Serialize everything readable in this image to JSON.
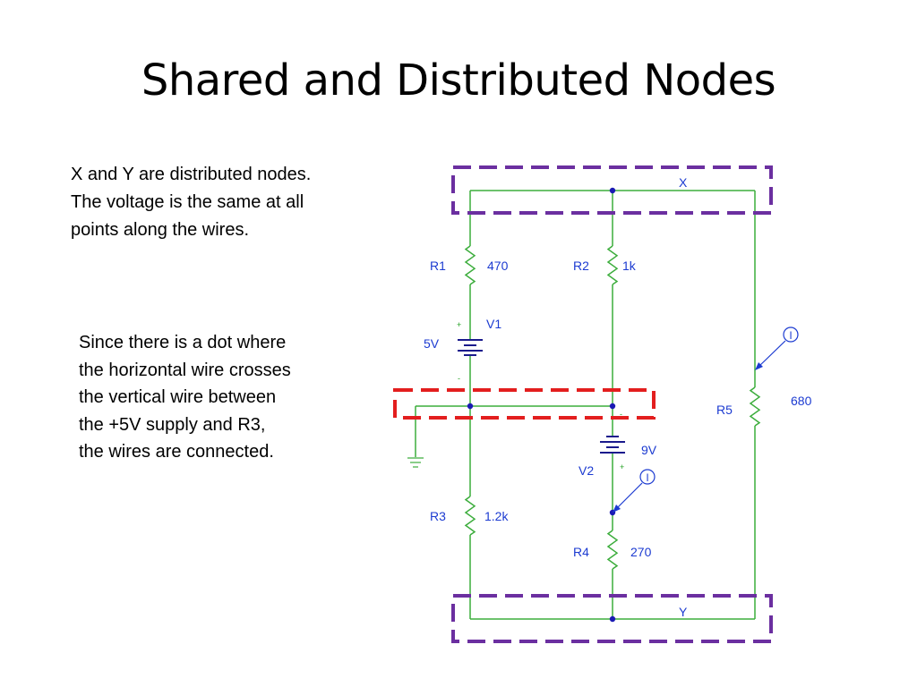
{
  "slide": {
    "title": "Shared and Distributed Nodes",
    "paragraph1": [
      "X and Y are distributed nodes.",
      "The voltage is the same at all",
      "points along the wires."
    ],
    "paragraph2": [
      "Since there is a dot where",
      "the horizontal wire crosses",
      "the vertical wire between",
      "the +5V supply and R3,",
      "the wires are connected."
    ]
  },
  "circuit": {
    "nodes": {
      "x": "X",
      "y": "Y"
    },
    "resistors": {
      "r1": {
        "name": "R1",
        "value": "470"
      },
      "r2": {
        "name": "R2",
        "value": "1k"
      },
      "r3": {
        "name": "R3",
        "value": "1.2k"
      },
      "r4": {
        "name": "R4",
        "value": "270"
      },
      "r5": {
        "name": "R5",
        "value": "680"
      }
    },
    "sources": {
      "v1": {
        "name": "V1",
        "value": "5V",
        "plus": "+",
        "minus": "-"
      },
      "v2": {
        "name": "V2",
        "value": "9V",
        "plus": "+",
        "minus": "-"
      }
    },
    "probe_symbol": "I",
    "colors": {
      "wire": "#3cad3c",
      "label": "#1c3bd1",
      "distributed_box": "#6b2fa0",
      "shared_box": "#e31e1e"
    }
  }
}
